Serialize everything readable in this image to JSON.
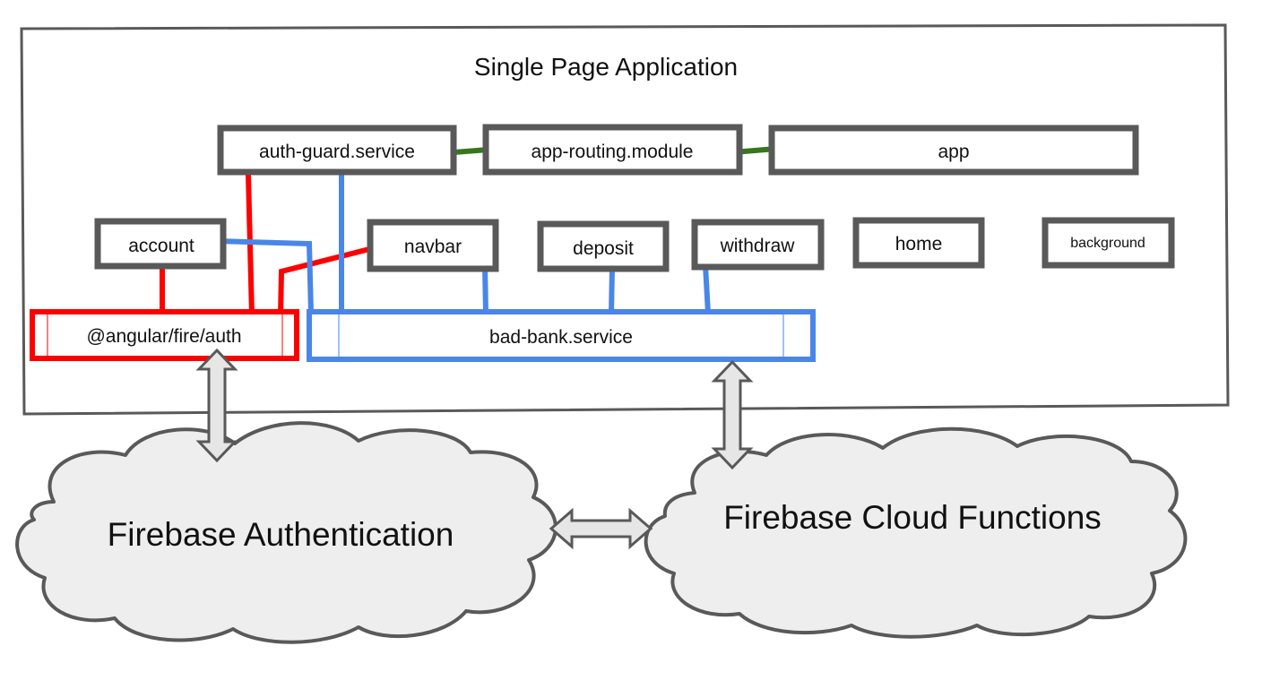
{
  "title": "Single Page Application",
  "components": {
    "auth_guard": "auth-guard.service",
    "app_routing": "app-routing.module",
    "app": "app",
    "account": "account",
    "navbar": "navbar",
    "deposit": "deposit",
    "withdraw": "withdraw",
    "home": "home",
    "background": "background",
    "angular_fire_auth": "@angular/fire/auth",
    "bad_bank_service": "bad-bank.service"
  },
  "clouds": {
    "auth": "Firebase Authentication",
    "functions": "Firebase Cloud Functions"
  },
  "colors": {
    "frame": "#595959",
    "box_border": "#595959",
    "auth_link": "#ff0000",
    "service_link": "#4a86e8",
    "routing_link": "#38761d",
    "cloud_fill": "#eeeeee",
    "arrow_fill": "#e6e6e6"
  }
}
